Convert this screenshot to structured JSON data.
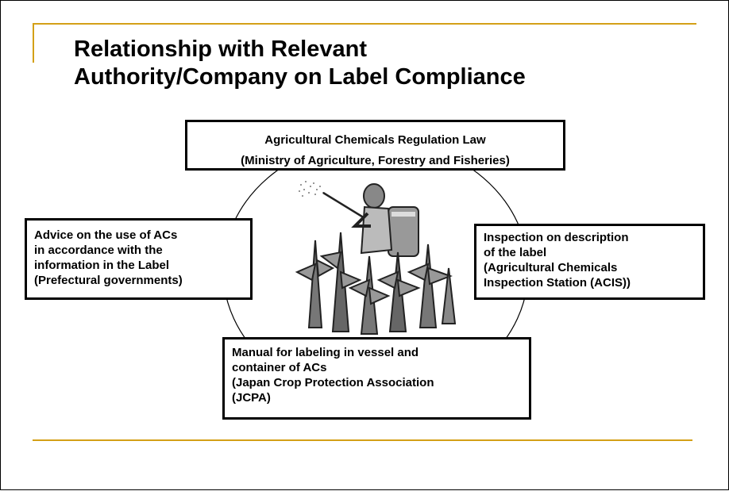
{
  "slide": {
    "title_lines": [
      "Relationship with Relevant",
      "Authority/Company on Label Compliance"
    ]
  },
  "diagram": {
    "top_box": {
      "lines": [
        "Agricultural Chemicals Regulation Law",
        "(Ministry of Agriculture, Forestry and Fisheries)"
      ]
    },
    "left_box": {
      "lines": [
        "Advice on the use of ACs",
        "in accordance with the",
        "information in the Label",
        "(Prefectural governments)"
      ]
    },
    "right_box": {
      "lines": [
        "Inspection on description",
        "of the label",
        "(Agricultural Chemicals",
        "Inspection Station (ACIS))"
      ]
    },
    "bottom_box": {
      "lines": [
        "Manual for labeling in vessel and",
        "container of ACs",
        "(Japan Crop Protection Association",
        "(JCPA)"
      ]
    },
    "center_image": "farmer-spraying-crops-clipart"
  },
  "colors": {
    "accent": "#d4a017",
    "border": "#000000",
    "text": "#000000"
  }
}
